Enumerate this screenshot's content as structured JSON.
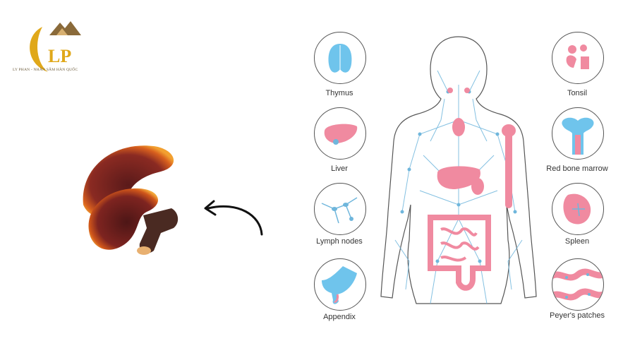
{
  "logo": {
    "caption": "LY PHAN - NHÂN SÂM HÀN QUỐC",
    "monogram": "LP",
    "colors": {
      "gold": "#e0a81a",
      "brown": "#7a5a2a"
    }
  },
  "illustration": {
    "subject_icon": "reishi-mushroom-icon",
    "pointer_icon": "curved-arrow-icon"
  },
  "organs": {
    "left": [
      "Thymus",
      "Liver",
      "Lymph nodes",
      "Appendix"
    ],
    "right": [
      "Tonsil",
      "Red bone marrow",
      "Spleen",
      "Peyer's patches"
    ]
  },
  "colors": {
    "lymph_blue": "#6fb6dc",
    "organ_pink": "#f08aa0",
    "outline": "#555555"
  }
}
